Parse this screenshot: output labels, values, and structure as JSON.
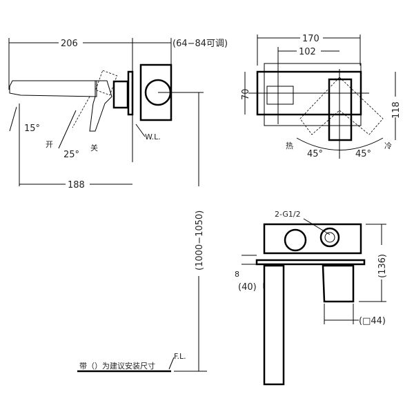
{
  "side_view": {
    "dim_total": "206",
    "dim_adjust": "(64−84可调)",
    "dim_spout": "188",
    "angle_spout": "15°",
    "angle_handle": "25°",
    "label_open": "开",
    "label_close": "关",
    "label_wall": "W.L.",
    "dim_height": "(1000−1050)",
    "label_floor": "F.L.",
    "note": "带（）为建议安装尺寸"
  },
  "top_view": {
    "dim_width": "170",
    "dim_inner": "102",
    "dim_depth": "70",
    "dim_height": "118",
    "label_hot": "热",
    "label_cold": "冷",
    "angle_left": "45°",
    "angle_right": "45°"
  },
  "front_view": {
    "label_inlet": "2-G1/2",
    "dim_plate": "8",
    "dim_offset": "(40)",
    "dim_body": "(136)",
    "dim_square": "(□44)"
  }
}
